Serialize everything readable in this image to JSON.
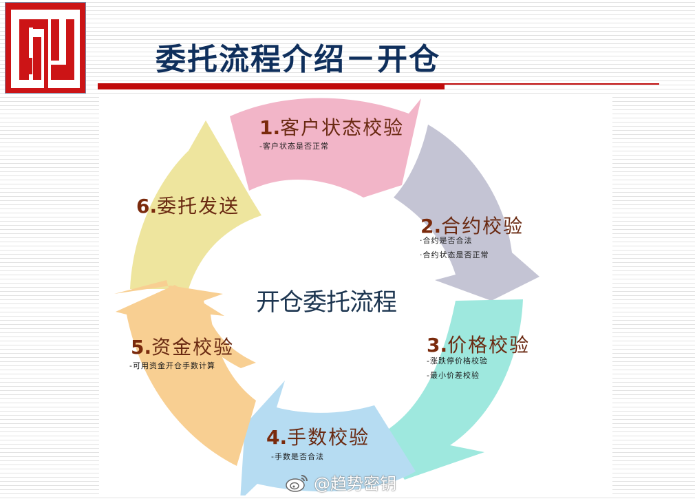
{
  "header": {
    "logo_alt": "GTA logo",
    "title": "委托流程介绍－开仓",
    "accent_color": "#c00a0a",
    "title_color": "#0f2f5c"
  },
  "diagram": {
    "center_label": "开仓委托流程",
    "steps": [
      {
        "number": "1.",
        "label": "客户状态校验",
        "notes": [
          "-客户状态是否正常"
        ],
        "color": "#f2b5c8"
      },
      {
        "number": "2.",
        "label": "合约校验",
        "notes": [
          "·合约是否合法",
          "·合约状态是否正常"
        ],
        "color": "#c4c4d4"
      },
      {
        "number": "3.",
        "label": "价格校验",
        "notes": [
          "-涨跌停价格校验",
          "-最小价差校验"
        ],
        "color": "#9ee8de"
      },
      {
        "number": "4.",
        "label": "手数校验",
        "notes": [
          "-手数是否合法"
        ],
        "color": "#b6dcf2"
      },
      {
        "number": "5.",
        "label": "资金校验",
        "notes": [
          "-可用资金开仓手数计算"
        ],
        "color": "#f8cf92"
      },
      {
        "number": "6.",
        "label": "委托发送",
        "notes": [],
        "color": "#eee59e"
      }
    ]
  },
  "watermark": {
    "text": "@趋势密钥"
  }
}
